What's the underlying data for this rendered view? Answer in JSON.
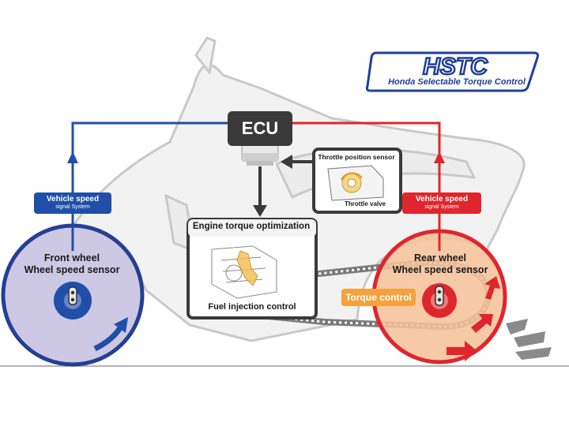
{
  "logo": {
    "text": "HSTC",
    "subtitle": "Honda Selectable Torque Control",
    "color": "#1f3f97"
  },
  "ecu": {
    "label": "ECU"
  },
  "throttle": {
    "title": "Throttle position sensor",
    "valve_label": "Throttle valve"
  },
  "engine": {
    "title": "Engine torque optimization",
    "fuel_label": "Fuel injection control"
  },
  "front_signal": {
    "title": "Vehicle speed",
    "subtitle": "signal System",
    "color": "#1f4fa8"
  },
  "rear_signal": {
    "title": "Vehicle speed",
    "subtitle": "signal System",
    "color": "#e0252d"
  },
  "front_wheel": {
    "line1": "Front wheel",
    "line2": "Wheel speed sensor"
  },
  "rear_wheel": {
    "line1": "Rear wheel",
    "line2": "Wheel speed sensor"
  },
  "torque": {
    "label": "Torque control",
    "color": "#f6a13d"
  }
}
